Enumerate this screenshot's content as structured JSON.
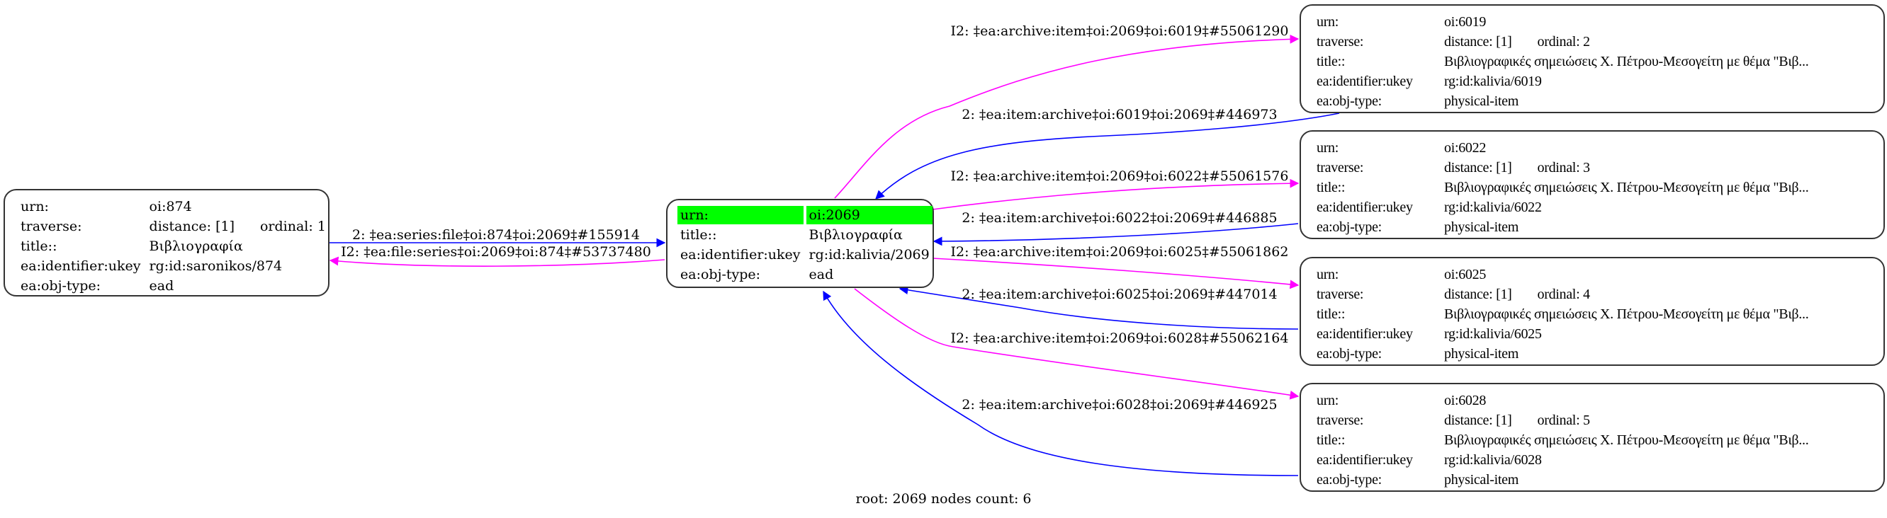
{
  "graph": {
    "footer": "root: 2069 nodes count: 6",
    "colors": {
      "forward_edge": "#0000ff",
      "inverse_edge": "#ff00ff",
      "root_highlight": "#00ff00",
      "node_border": "#333333"
    },
    "nodes": {
      "n874": {
        "urn_key": "urn:",
        "urn": "oi:874",
        "traverse_key": "traverse:",
        "distance": "distance: [1]",
        "ordinal": "ordinal: 1",
        "title_key": "title::",
        "title": "Βιβλιογραφία",
        "ukey_key": "ea:identifier:ukey",
        "ukey": "rg:id:saronikos/874",
        "type_key": "ea:obj-type:",
        "type": "ead"
      },
      "root": {
        "urn_key": "urn:",
        "urn": "oi:2069",
        "title_key": "title::",
        "title": "Βιβλιογραφία",
        "ukey_key": "ea:identifier:ukey",
        "ukey": "rg:id:kalivia/2069",
        "type_key": "ea:obj-type:",
        "type": "ead"
      },
      "n6019": {
        "urn_key": "urn:",
        "urn": "oi:6019",
        "traverse_key": "traverse:",
        "distance": "distance: [1]",
        "ordinal": "ordinal: 2",
        "title_key": "title::",
        "title": "Βιβλιογραφικές σημειώσεις Χ. Πέτρου-Μεσογείτη με θέμα \"Βιβ...",
        "ukey_key": "ea:identifier:ukey",
        "ukey": "rg:id:kalivia/6019",
        "type_key": "ea:obj-type:",
        "type": "physical-item"
      },
      "n6022": {
        "urn_key": "urn:",
        "urn": "oi:6022",
        "traverse_key": "traverse:",
        "distance": "distance: [1]",
        "ordinal": "ordinal: 3",
        "title_key": "title::",
        "title": "Βιβλιογραφικές σημειώσεις Χ. Πέτρου-Μεσογείτη με θέμα \"Βιβ...",
        "ukey_key": "ea:identifier:ukey",
        "ukey": "rg:id:kalivia/6022",
        "type_key": "ea:obj-type:",
        "type": "physical-item"
      },
      "n6025": {
        "urn_key": "urn:",
        "urn": "oi:6025",
        "traverse_key": "traverse:",
        "distance": "distance: [1]",
        "ordinal": "ordinal: 4",
        "title_key": "title::",
        "title": "Βιβλιογραφικές σημειώσεις Χ. Πέτρου-Μεσογείτη με θέμα \"Βιβ...",
        "ukey_key": "ea:identifier:ukey",
        "ukey": "rg:id:kalivia/6025",
        "type_key": "ea:obj-type:",
        "type": "physical-item"
      },
      "n6028": {
        "urn_key": "urn:",
        "urn": "oi:6028",
        "traverse_key": "traverse:",
        "distance": "distance: [1]",
        "ordinal": "ordinal: 5",
        "title_key": "title::",
        "title": "Βιβλιογραφικές σημειώσεις Χ. Πέτρου-Μεσογείτη με θέμα \"Βιβ...",
        "ukey_key": "ea:identifier:ukey",
        "ukey": "rg:id:kalivia/6028",
        "type_key": "ea:obj-type:",
        "type": "physical-item"
      }
    },
    "edges": {
      "e874_root": {
        "label": "2: ‡ea:series:file‡oi:874‡oi:2069‡#155914",
        "kind": "forward"
      },
      "eroot_874": {
        "label": "I2: ‡ea:file:series‡oi:2069‡oi:874‡#53737480",
        "kind": "inverse"
      },
      "eroot_6019": {
        "label": "I2: ‡ea:archive:item‡oi:2069‡oi:6019‡#55061290",
        "kind": "inverse"
      },
      "e6019_root": {
        "label": "2: ‡ea:item:archive‡oi:6019‡oi:2069‡#446973",
        "kind": "forward"
      },
      "eroot_6022": {
        "label": "I2: ‡ea:archive:item‡oi:2069‡oi:6022‡#55061576",
        "kind": "inverse"
      },
      "e6022_root": {
        "label": "2: ‡ea:item:archive‡oi:6022‡oi:2069‡#446885",
        "kind": "forward"
      },
      "eroot_6025": {
        "label": "I2: ‡ea:archive:item‡oi:2069‡oi:6025‡#55061862",
        "kind": "inverse"
      },
      "e6025_root": {
        "label": "2: ‡ea:item:archive‡oi:6025‡oi:2069‡#447014",
        "kind": "forward"
      },
      "eroot_6028": {
        "label": "I2: ‡ea:archive:item‡oi:2069‡oi:6028‡#55062164",
        "kind": "inverse"
      },
      "e6028_root": {
        "label": "2: ‡ea:item:archive‡oi:6028‡oi:2069‡#446925",
        "kind": "forward"
      }
    }
  }
}
